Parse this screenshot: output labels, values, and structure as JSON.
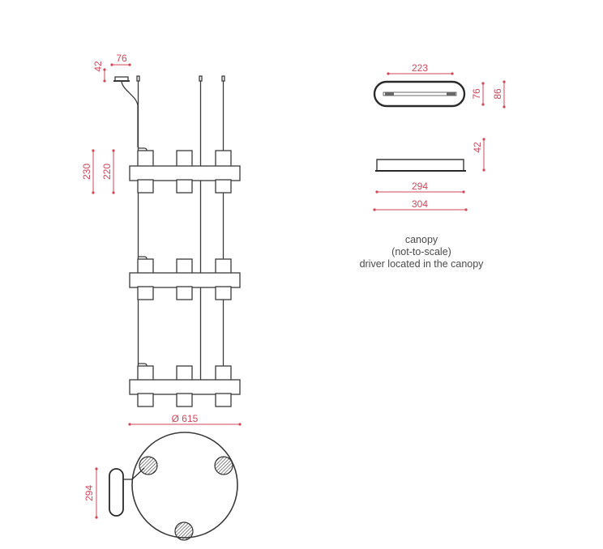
{
  "colors": {
    "dimension": "#d0475a",
    "outline": "#3a3a3a",
    "note_text": "#4a4a4a",
    "background": "#ffffff"
  },
  "side_view": {
    "dimensions": {
      "canopy_height": "42",
      "canopy_width": "76",
      "tier_height_outer": "230",
      "tier_height_inner": "220",
      "diameter": "Ø 615"
    },
    "tiers": 3,
    "lights_per_tier": 3
  },
  "canopy_top_view": {
    "dimensions": {
      "length": "223",
      "inner_width": "76",
      "outer_width": "86"
    }
  },
  "canopy_side_view": {
    "dimensions": {
      "height": "42",
      "inner_length": "294",
      "outer_length": "304"
    }
  },
  "canopy_note": {
    "line1": "canopy",
    "line2": "(not-to-scale)",
    "line3": "driver located in the canopy"
  },
  "plan_view": {
    "dimensions": {
      "canopy_length": "294"
    }
  }
}
